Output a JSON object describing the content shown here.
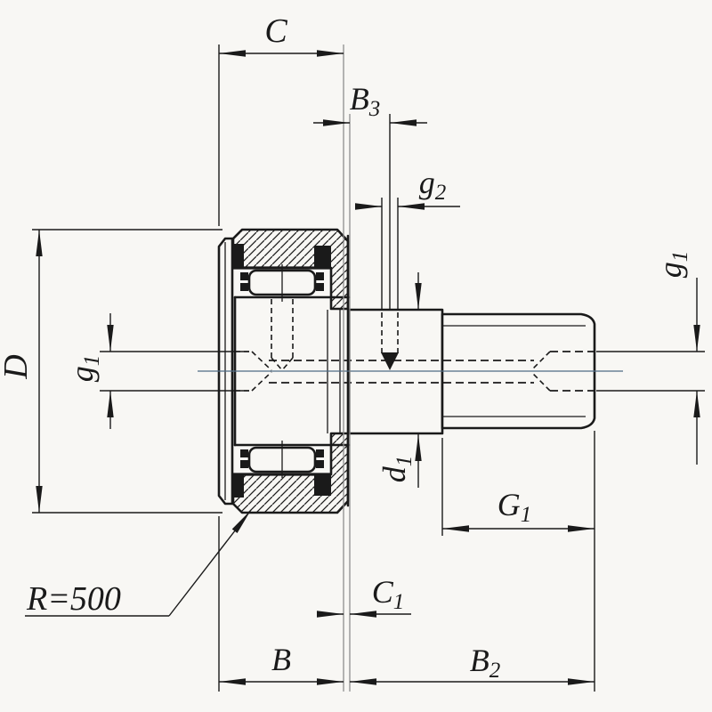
{
  "figure": {
    "annotation_radius": "R=500",
    "dim_labels": {
      "C": {
        "base": "C",
        "sub": ""
      },
      "B3": {
        "base": "B",
        "sub": "3"
      },
      "g2": {
        "base": "g",
        "sub": "2"
      },
      "g1_right": {
        "base": "g",
        "sub": "1"
      },
      "D": {
        "base": "D",
        "sub": ""
      },
      "g1_left": {
        "base": "g",
        "sub": "1"
      },
      "d1": {
        "base": "d",
        "sub": "1"
      },
      "G1": {
        "base": "G",
        "sub": "1"
      },
      "C1": {
        "base": "C",
        "sub": "1"
      },
      "B": {
        "base": "B",
        "sub": ""
      },
      "B2": {
        "base": "B",
        "sub": "2"
      }
    },
    "colors": {
      "line": "#1a1a1a",
      "paper": "#f8f7f4",
      "grey_ext": "#8c8c8c",
      "centerline": "#4f6b85"
    }
  }
}
